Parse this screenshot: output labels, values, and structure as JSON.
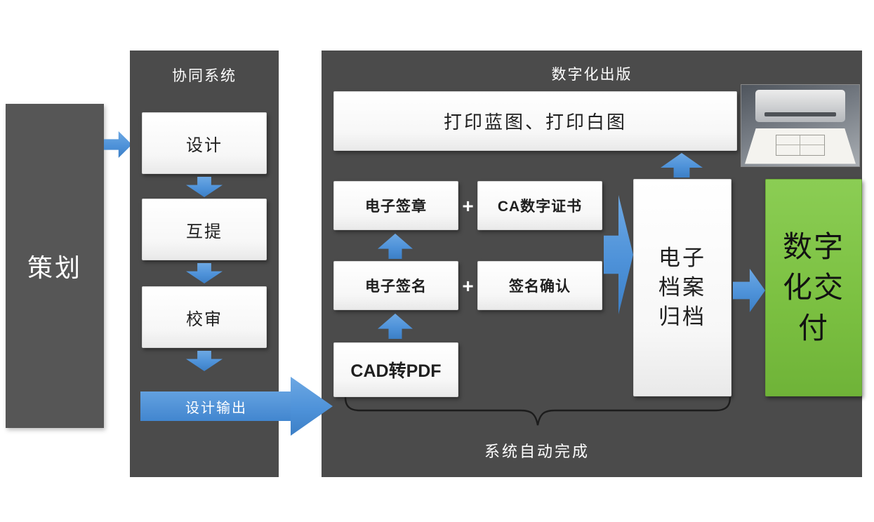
{
  "colors": {
    "panel": "#4b4b4b",
    "plan_box": "#565656",
    "arrow_blue": "#4e92d9",
    "green": "#7cc142",
    "box_text": "#1f1f1f"
  },
  "left_block": {
    "label": "策划"
  },
  "collab_panel": {
    "title": "协同系统",
    "steps": [
      "设计",
      "互提",
      "校审"
    ],
    "output_label": "设计输出"
  },
  "publish_panel": {
    "title": "数字化出版",
    "print_label": "打印蓝图、打印白图",
    "seal_row": {
      "left": "电子签章",
      "plus": "+",
      "right": "CA数字证书"
    },
    "sign_row": {
      "left": "电子签名",
      "plus": "+",
      "right": "签名确认"
    },
    "cad_label": "CAD转PDF",
    "archive_label": "电子档案归档",
    "delivery_label": "数字化交付",
    "auto_label": "系统自动完成"
  }
}
